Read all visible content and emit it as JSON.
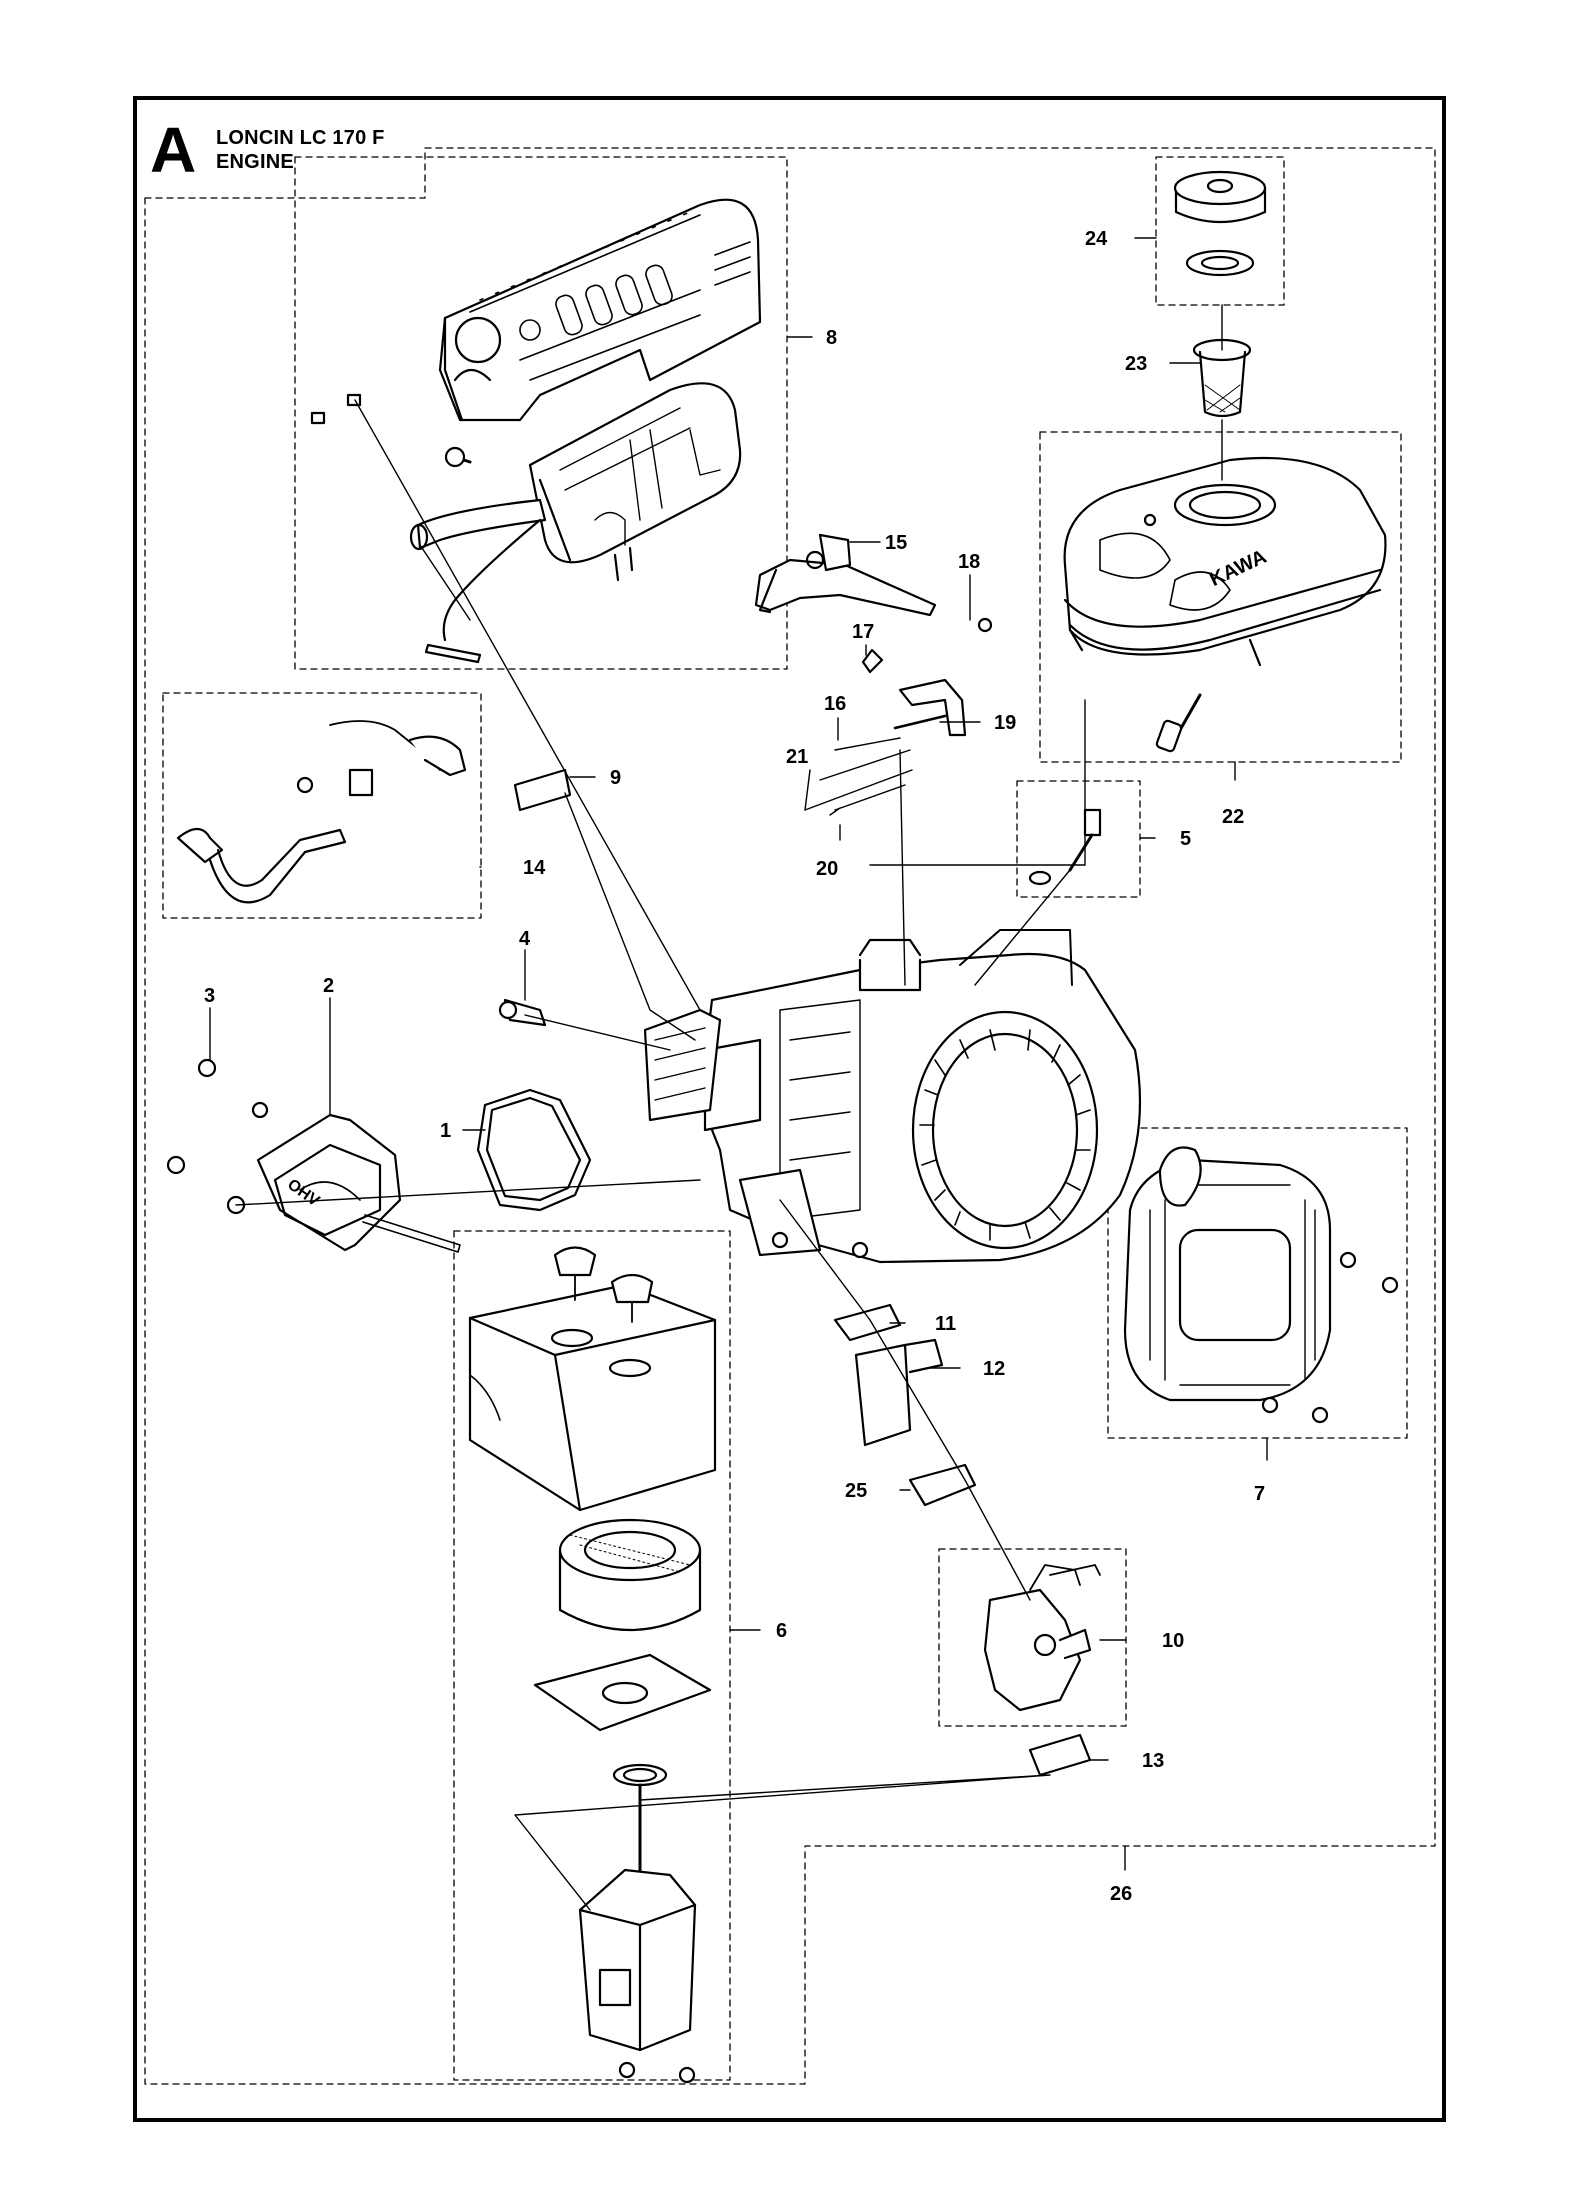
{
  "section": {
    "letter": "A",
    "title_line1": "LONCIN LC 170 F",
    "title_line2": "ENGINE"
  },
  "callouts": [
    {
      "id": "1",
      "name": "valve-cover-gasket"
    },
    {
      "id": "2",
      "name": "valve-cover"
    },
    {
      "id": "3",
      "name": "valve-cover-bolt"
    },
    {
      "id": "4",
      "name": "spark-plug"
    },
    {
      "id": "5",
      "name": "oil-drain-plug"
    },
    {
      "id": "6",
      "name": "air-filter-assembly"
    },
    {
      "id": "7",
      "name": "recoil-starter"
    },
    {
      "id": "8",
      "name": "muffler-assembly"
    },
    {
      "id": "9",
      "name": "muffler-gasket"
    },
    {
      "id": "10",
      "name": "carburetor"
    },
    {
      "id": "11",
      "name": "intake-gasket"
    },
    {
      "id": "12",
      "name": "heat-insulator"
    },
    {
      "id": "13",
      "name": "carburetor-gasket"
    },
    {
      "id": "14",
      "name": "fuel-line-kit"
    },
    {
      "id": "15",
      "name": "throttle-lever"
    },
    {
      "id": "16",
      "name": "governor-spring"
    },
    {
      "id": "17",
      "name": "clip"
    },
    {
      "id": "18",
      "name": "nut"
    },
    {
      "id": "19",
      "name": "governor-arm"
    },
    {
      "id": "20",
      "name": "throttle-rod"
    },
    {
      "id": "21",
      "name": "choke-rod"
    },
    {
      "id": "22",
      "name": "fuel-tank"
    },
    {
      "id": "23",
      "name": "fuel-strainer"
    },
    {
      "id": "24",
      "name": "fuel-cap"
    },
    {
      "id": "25",
      "name": "insulator-gasket"
    },
    {
      "id": "26",
      "name": "engine-assembly"
    }
  ],
  "tank_brand": "KAWA",
  "cover_mark": "OHV"
}
